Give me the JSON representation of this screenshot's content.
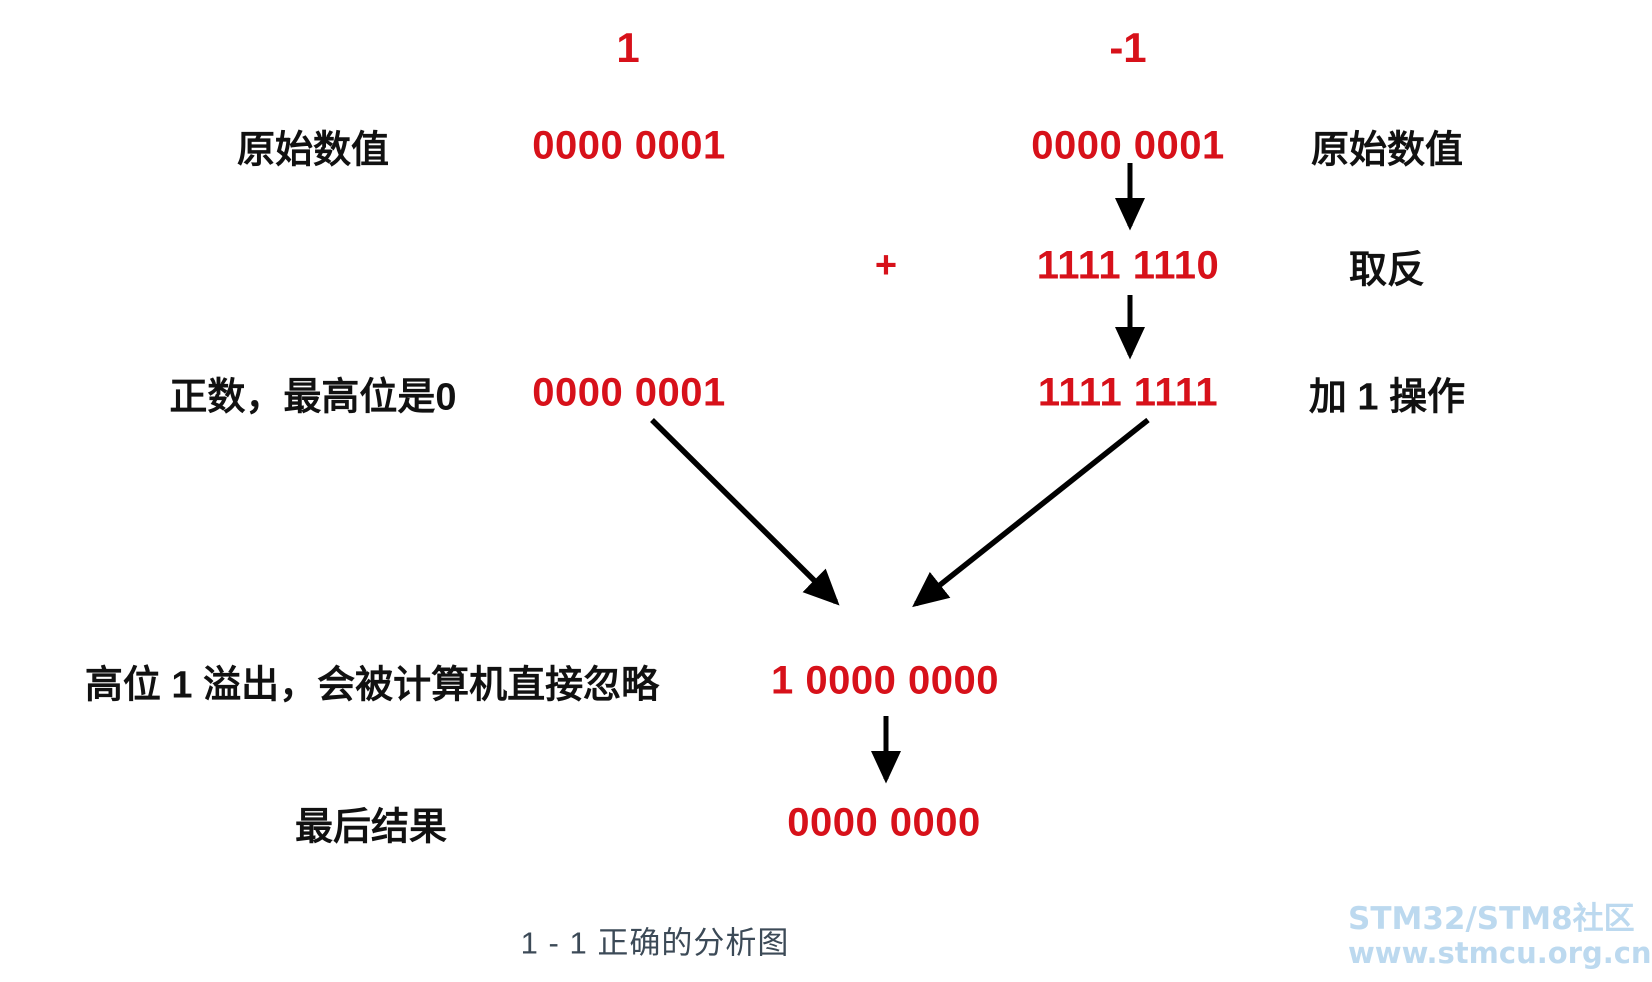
{
  "figure": {
    "caption": "1 - 1 正确的分析图",
    "accent_red": "#d7111a",
    "text_black": "#111111",
    "caption_color": "#3c4a57",
    "watermark_color": "#bcd9ef",
    "background": "#ffffff"
  },
  "headers": {
    "left_operand": "1",
    "right_operand": "-1"
  },
  "operator": {
    "plus": "+"
  },
  "left_column": {
    "row1_label": "原始数值",
    "row1_value": "0000 0001",
    "row3_label": "正数，最高位是0",
    "row3_value": "0000 0001"
  },
  "right_column": {
    "row1_value": "0000 0001",
    "row1_label": "原始数值",
    "row2_value": "1111 1110",
    "row2_label": "取反",
    "row3_value": "1111 1111",
    "row3_label": "加 1 操作"
  },
  "result": {
    "overflow_label": "高位 1 溢出，会被计算机直接忽略",
    "overflow_value": "1 0000 0000",
    "final_label": "最后结果",
    "final_value": "0000 0000"
  },
  "watermark": {
    "line1": "STM32/STM8社区",
    "line2": "www.stmcu.org.cn"
  }
}
